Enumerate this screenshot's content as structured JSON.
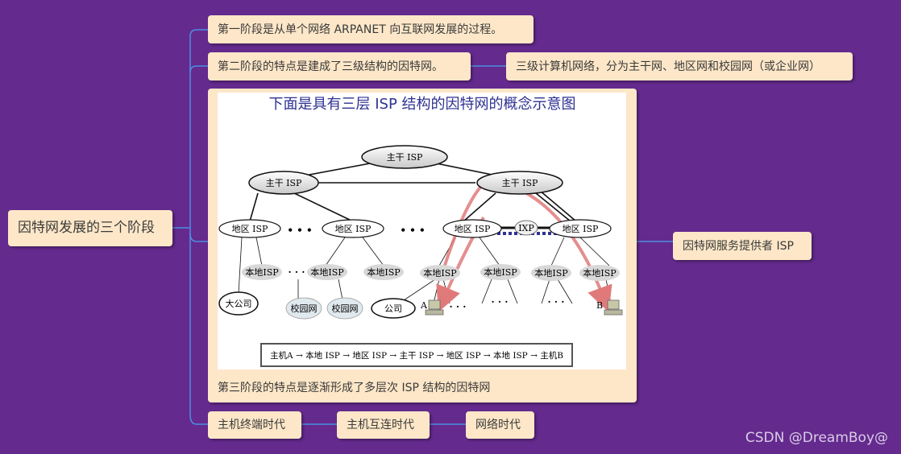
{
  "root": {
    "label": "因特网发展的三个阶段"
  },
  "branches": {
    "stage1": "第一阶段是从单个网络 ARPANET 向互联网发展的过程。",
    "stage2": "第二阶段的特点是建成了三级结构的因特网。",
    "stage2_detail": "三级计算机网络，分为主干网、地区网和校园网（或企业网）",
    "stage3": "第三阶段的特点是逐渐形成了多层次 ISP 结构的因特网",
    "stage3_detail": "因特网服务提供者 ISP",
    "era1": "主机终端时代",
    "era2": "主机互连时代",
    "era3": "网络时代"
  },
  "diagram": {
    "title": "下面是具有三层 ISP 结构的因特网的概念示意图",
    "backbone_top": "主干 ISP",
    "backbone_left": "主干 ISP",
    "backbone_right": "主干 ISP",
    "regional": [
      "地区 ISP",
      "地区 ISP",
      "地区 ISP",
      "地区 ISP"
    ],
    "ixp": "IXP",
    "local": [
      "本地ISP",
      "本地ISP",
      "本地ISP",
      "本地ISP",
      "本地ISP",
      "本地ISP",
      "本地ISP"
    ],
    "big_company": "大公司",
    "campus": [
      "校园网",
      "校园网"
    ],
    "company": "公司",
    "host_a": "A",
    "host_b": "B",
    "ellipsis": "• • •",
    "ellipsis_small": "· · ·",
    "path": "主机A → 本地 ISP → 地区 ISP → 主干 ISP → 地区 ISP → 本地 ISP → 主机B"
  },
  "watermark": "CSDN @DreamBoy@",
  "colors": {
    "background": "#652a8e",
    "node": "#fde7c8",
    "connector": "#4a90e2",
    "title": "#2e3192",
    "route": "#e07a7a",
    "ixp_link": "#2e3192"
  }
}
